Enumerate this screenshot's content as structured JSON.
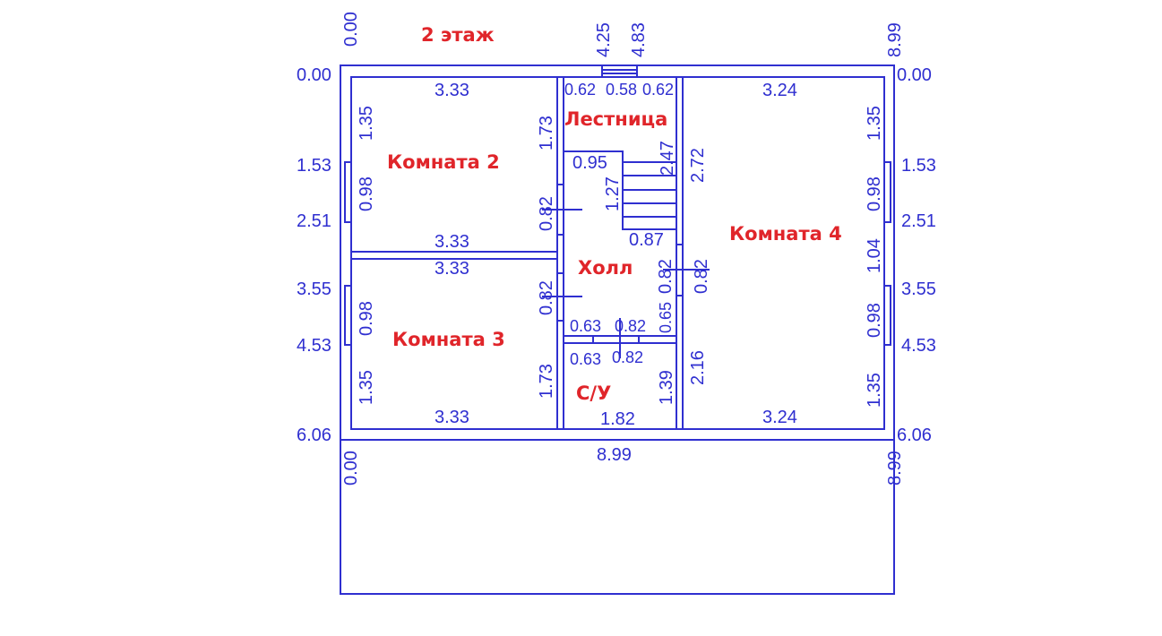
{
  "title": "2 этаж",
  "rooms": {
    "room2": "Комната 2",
    "room3": "Комната 3",
    "room4": "Комната 4",
    "stairs": "Лестница",
    "hall": "Холл",
    "bathroom": "С/У"
  },
  "axis": {
    "top": [
      "0.00",
      "4.25",
      "4.83",
      "8.99"
    ],
    "bottom": [
      "0.00",
      "8.99",
      "8.99"
    ],
    "left": [
      "0.00",
      "1.53",
      "2.51",
      "3.55",
      "4.53",
      "6.06"
    ],
    "right": [
      "0.00",
      "1.53",
      "2.51",
      "3.55",
      "4.53",
      "6.06"
    ]
  },
  "dims": {
    "room2_top": "3.33",
    "room2_bottom": "3.33",
    "room2_left_a": "1.35",
    "room2_left_b": "0.98",
    "room2_right_a": "1.73",
    "room2_right_b": "0.82",
    "room3_top": "3.33",
    "room3_bottom": "3.33",
    "room3_left_a": "0.98",
    "room3_left_b": "1.35",
    "room3_right_a": "0.82",
    "room3_right_b": "1.73",
    "stairs_top_a": "0.62",
    "stairs_top_b": "0.58",
    "stairs_top_c": "0.62",
    "stairs_inner": "0.95",
    "stairs_v1": "1.27",
    "stairs_v2": "2.47",
    "stairs_bottom": "0.87",
    "hall_right_a": "0.82",
    "hall_right_b": "0.65",
    "hall_bottom_a": "0.63",
    "hall_bottom_b": "0.82",
    "wc_top_a": "0.63",
    "wc_top_b": "0.82",
    "wc_right": "1.39",
    "wc_bottom": "1.82",
    "room4_top": "3.24",
    "room4_bottom": "3.24",
    "room4_left_a": "2.72",
    "room4_left_b": "0.82",
    "room4_left_c": "2.16",
    "room4_right_a": "1.35",
    "room4_right_b": "0.98",
    "room4_right_c": "1.04",
    "room4_right_d": "0.98",
    "room4_right_e": "1.35",
    "total_width": "8.99"
  }
}
